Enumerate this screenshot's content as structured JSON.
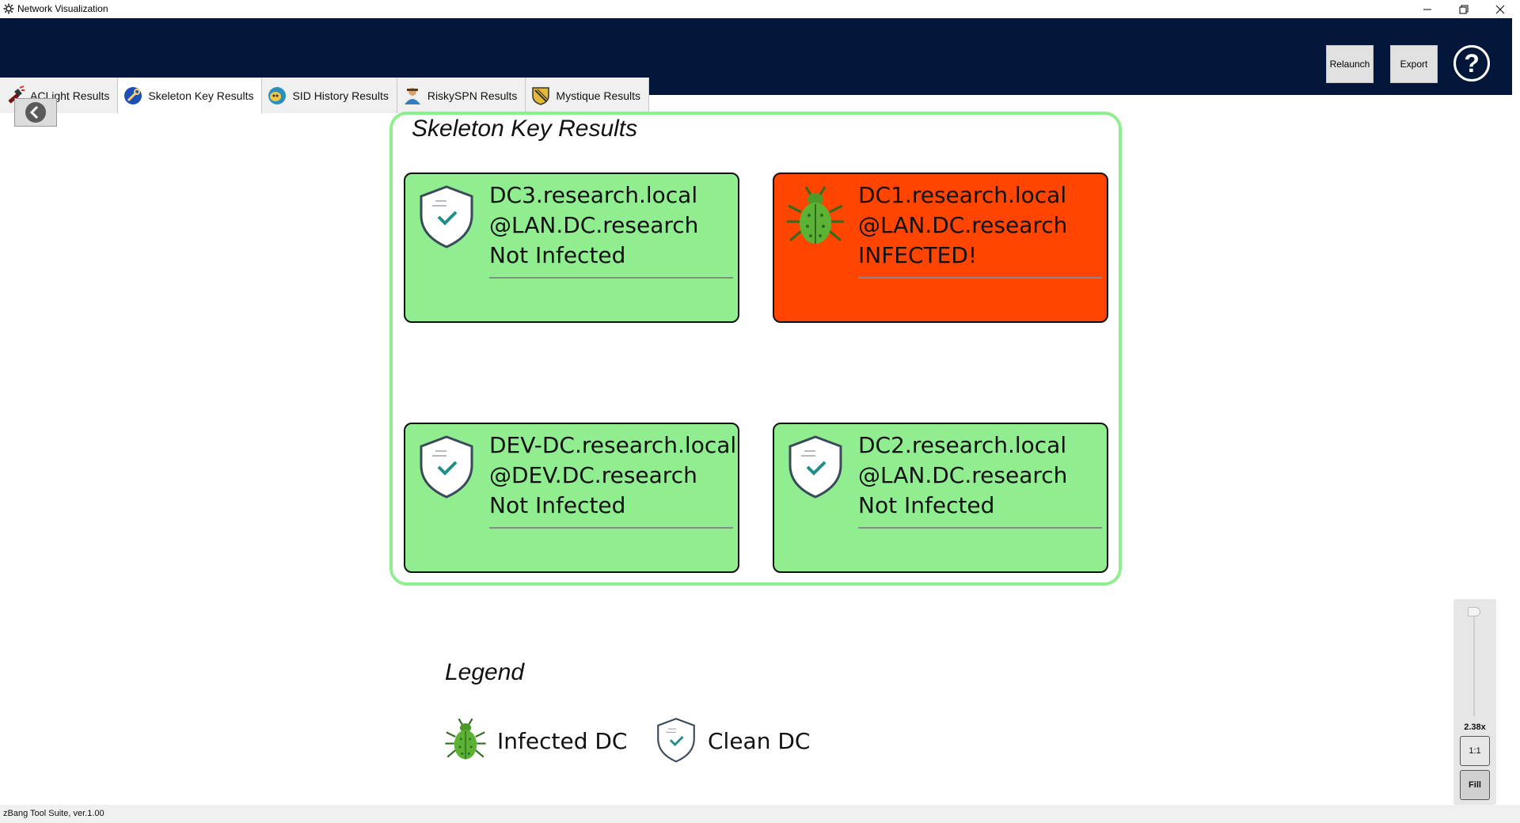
{
  "window": {
    "title": "Network Visualization",
    "minimize_icon": "minimize-icon",
    "restore_icon": "restore-icon",
    "close_icon": "close-icon"
  },
  "header": {
    "background_color": "#02163a",
    "relaunch_label": "Relaunch",
    "export_label": "Export",
    "help_label": "?"
  },
  "tabs": [
    {
      "label": "ACLight Results",
      "icon": "flashlight-icon",
      "active": false
    },
    {
      "label": "Skeleton Key Results",
      "icon": "key-icon",
      "active": true
    },
    {
      "label": "SID History Results",
      "icon": "mask-icon",
      "active": false
    },
    {
      "label": "RiskySPN Results",
      "icon": "user-icon",
      "active": false
    },
    {
      "label": "Mystique Results",
      "icon": "shield-crest-icon",
      "active": false
    }
  ],
  "back_icon": "back-arrow-icon",
  "panel": {
    "title": "Skeleton Key Results",
    "border_color": "#90ee90"
  },
  "cards": [
    {
      "line1": "DC3.research.local",
      "line2": "@LAN.DC.research",
      "status": "Not Infected",
      "icon": "shield-check-icon",
      "color": "#90ee90"
    },
    {
      "line1": "DC1.research.local",
      "line2": "@LAN.DC.research",
      "status": "INFECTED!",
      "icon": "bug-icon",
      "color": "#ff4500"
    },
    {
      "line1": "DEV-DC.research.local",
      "line2": "@DEV.DC.research",
      "status": "Not Infected",
      "icon": "shield-check-icon",
      "color": "#90ee90"
    },
    {
      "line1": "DC2.research.local",
      "line2": "@LAN.DC.research",
      "status": "Not Infected",
      "icon": "shield-check-icon",
      "color": "#90ee90"
    }
  ],
  "legend": {
    "title": "Legend",
    "infected_label": "Infected DC",
    "clean_label": "Clean DC",
    "infected_icon": "bug-icon",
    "clean_icon": "shield-check-icon"
  },
  "zoom": {
    "level": "2.38x",
    "one_to_one_label": "1:1",
    "fill_label": "Fill"
  },
  "status_bar": {
    "text": "zBang Tool Suite, ver.1.00"
  }
}
